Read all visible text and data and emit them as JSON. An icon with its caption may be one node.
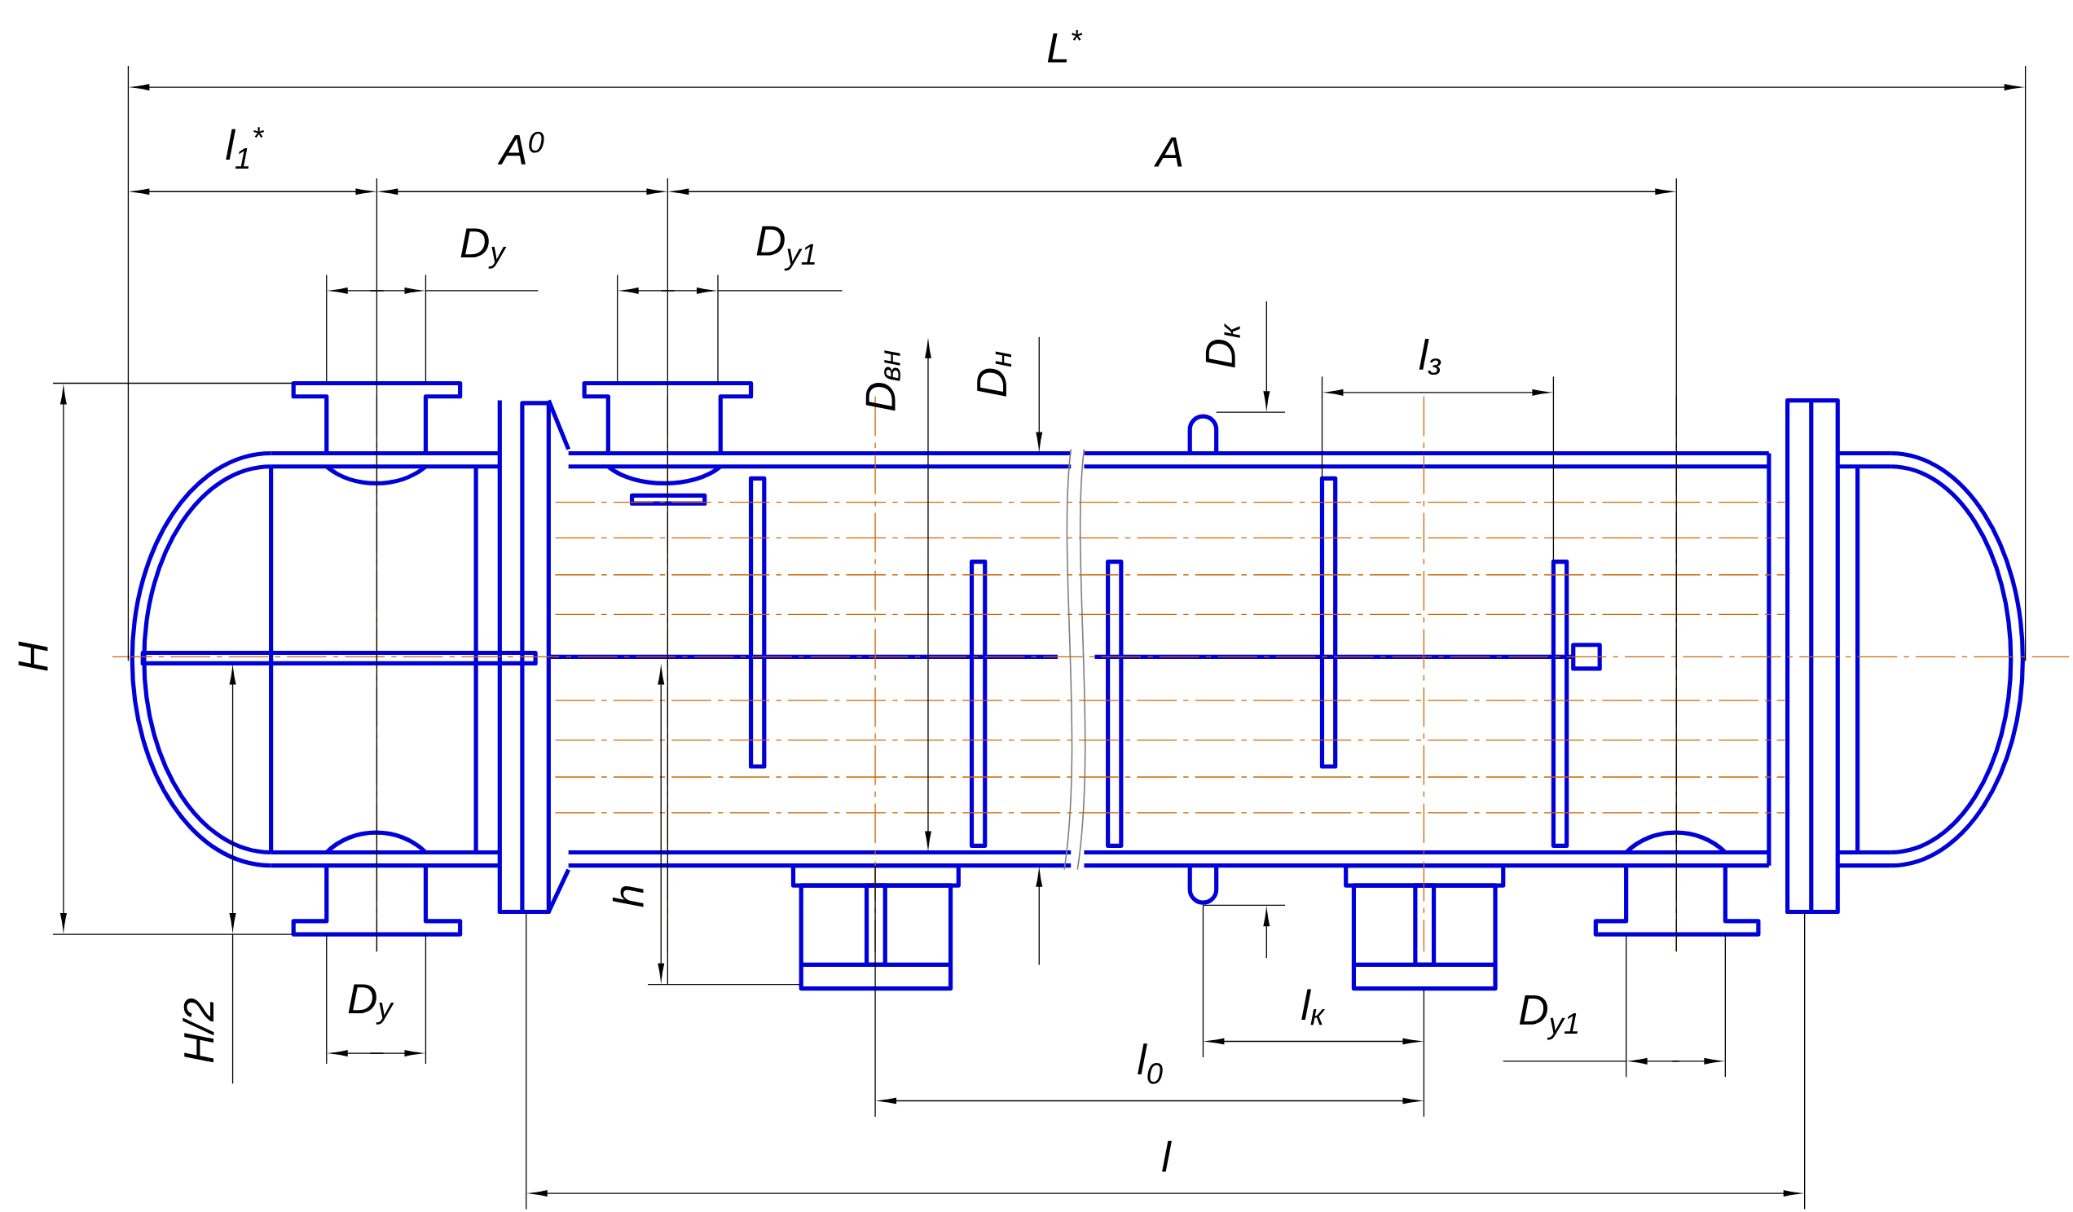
{
  "diagram": {
    "labels": [
      "L$^{*}$",
      "l$_{1}$$^{*}$",
      "A$^{0}$",
      "A",
      "D$_{у}$",
      "D$_{у1}$",
      "D$_{вн}$",
      "D$_{н}$",
      "D$_{к}$",
      "l$_{з}$",
      "H",
      "h",
      "H/2",
      "D$_{у}$",
      "l$_{к}$",
      "D$_{у1}$",
      "l$_{0}$",
      "l"
    ]
  }
}
